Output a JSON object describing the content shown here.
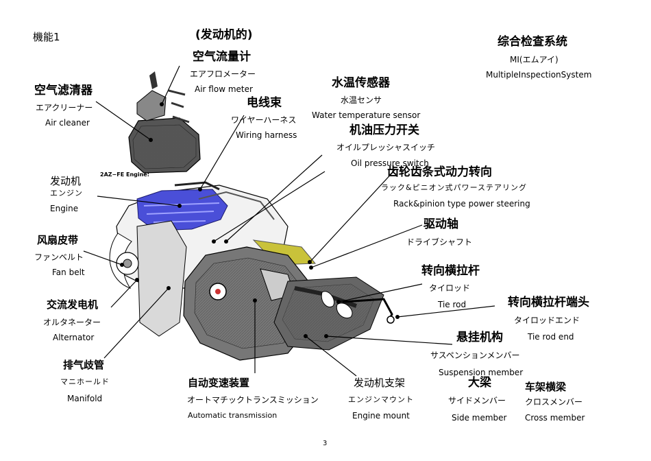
{
  "header": {
    "left": "機能1",
    "center": "(发动机的)",
    "system_zh": "综合检查系统",
    "system_jp": "MI(エムアイ)",
    "system_en": "MultipleInspectionSystem"
  },
  "engine_tag": "2AZ−FE Engine:",
  "labels": {
    "airflow": {
      "zh": "空气流量计",
      "jp": "エアフロメーター",
      "en": "Air flow meter"
    },
    "aircleaner": {
      "zh": "空气滤清器",
      "jp": "エアクリーナー",
      "en": "Air cleaner"
    },
    "harness": {
      "zh": "电线束",
      "jp": "ワイヤーハーネス",
      "en": "Wiring harness"
    },
    "watertemp": {
      "zh": "水温传感器",
      "jp": "水温センサ",
      "en": "Water temperature sensor"
    },
    "oilpress": {
      "zh": "机油压力开关",
      "jp": "オイルプレッシャスイッチ",
      "en": "Oil pressure switch"
    },
    "steering": {
      "zh": "齿轮齿条式动力转向",
      "jp": "ラック&ピニオン式パワーステアリング",
      "en": "Rack&pinion type power steering"
    },
    "engine": {
      "zh": "发动机",
      "jp": "エンジン",
      "en": "Engine"
    },
    "driveshaft": {
      "zh": "驱动轴",
      "jp": "ドライブシャフト"
    },
    "fanbelt": {
      "zh": "风扇皮带",
      "jp": "ファンベルト",
      "en": "Fan belt"
    },
    "tierod": {
      "zh": "转向横拉杆",
      "jp": "タイロッド",
      "en": "Tie rod"
    },
    "tierodend": {
      "zh": "转向横拉杆端头",
      "jp": "タイロッドエンド",
      "en": "Tie rod end"
    },
    "alternator": {
      "zh": "交流发电机",
      "jp": "オルタネーター",
      "en": "Alternator"
    },
    "suspension": {
      "zh": "悬挂机构",
      "jp": "サスペンションメンバー",
      "en": "Suspension member"
    },
    "manifold": {
      "zh": "排气歧管",
      "jp": "マニホールド",
      "en": "Manifold"
    },
    "transmission": {
      "zh": "自动变速装置",
      "jp": "オートマチックトランスミッション",
      "en": "Automatic transmission"
    },
    "mount": {
      "zh": "发动机支架",
      "jp": "エンジンマウント",
      "en": "Engine mount"
    },
    "sidemember": {
      "zh": "大梁",
      "jp": "サイドメンバー",
      "en": "Side member"
    },
    "crossmember": {
      "zh": "车架横梁",
      "jp": "クロスメンバー",
      "en": "Cross member"
    }
  },
  "page_number": "3",
  "colors": {
    "accent_blue": "#4a4fd8",
    "accent_yellow": "#c9c23a",
    "line": "#000000",
    "ink": "#222222"
  }
}
